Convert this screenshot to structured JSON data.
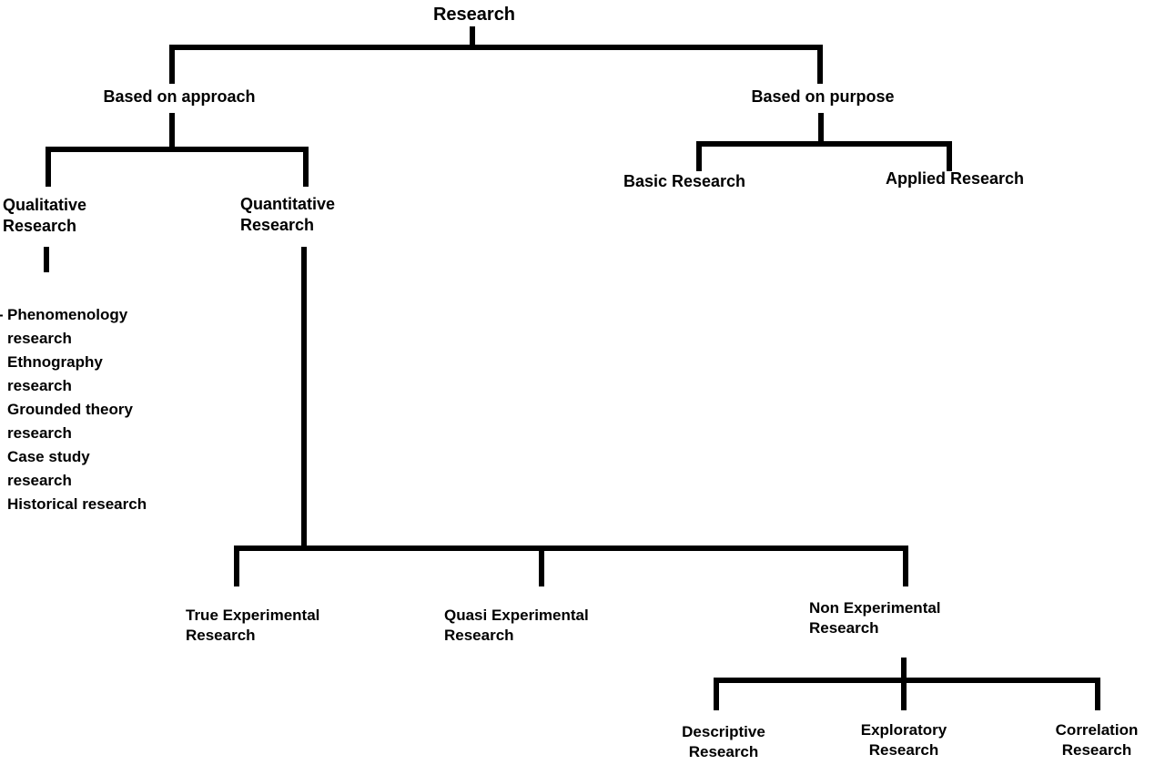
{
  "diagram": {
    "title": "Research",
    "type": "tree-hierarchy",
    "line_color": "#000000",
    "text_color": "#000000",
    "background_color": "#ffffff"
  },
  "nodes": {
    "root": "Research",
    "based_on_approach": "Based on approach",
    "based_on_purpose": "Based on purpose",
    "qualitative": "Qualitative\nResearch",
    "quantitative": "Quantitative\n Research",
    "basic_research": "Basic Research",
    "applied_research": "Applied Research",
    "true_experimental": "True Experimental\nResearch",
    "quasi_experimental": "Quasi Experimental\nResearch",
    "non_experimental": "Non Experimental\nResearch",
    "descriptive": "Descriptive\nResearch",
    "exploratory": "Exploratory\nResearch",
    "correlation": "Correlation\nResearch"
  },
  "qualitative_methods": {
    "bullet": "-",
    "items_text": "Phenomenology\n     research\nEthnography\n  research\nGrounded theory\n     research\nCase study\nresearch\nHistorical research",
    "items": [
      "Phenomenology research",
      "Ethnography research",
      "Grounded theory research",
      "Case study research",
      "Historical research"
    ]
  },
  "chart_data": {
    "type": "table",
    "title": "Research",
    "xlabel": "",
    "ylabel": "",
    "hierarchy": [
      {
        "label": "Research",
        "children": [
          {
            "label": "Based on approach",
            "children": [
              {
                "label": "Qualitative Research",
                "children": [
                  {
                    "label": "Phenomenology research"
                  },
                  {
                    "label": "Ethnography research"
                  },
                  {
                    "label": "Grounded theory research"
                  },
                  {
                    "label": "Case study research"
                  },
                  {
                    "label": "Historical research"
                  }
                ]
              },
              {
                "label": "Quantitative Research",
                "children": [
                  {
                    "label": "True Experimental Research"
                  },
                  {
                    "label": "Quasi Experimental Research"
                  },
                  {
                    "label": "Non Experimental Research",
                    "children": [
                      {
                        "label": "Descriptive Research"
                      },
                      {
                        "label": "Exploratory Research"
                      },
                      {
                        "label": "Correlation Research"
                      }
                    ]
                  }
                ]
              }
            ]
          },
          {
            "label": "Based on purpose",
            "children": [
              {
                "label": "Basic Research"
              },
              {
                "label": "Applied Research"
              }
            ]
          }
        ]
      }
    ]
  }
}
